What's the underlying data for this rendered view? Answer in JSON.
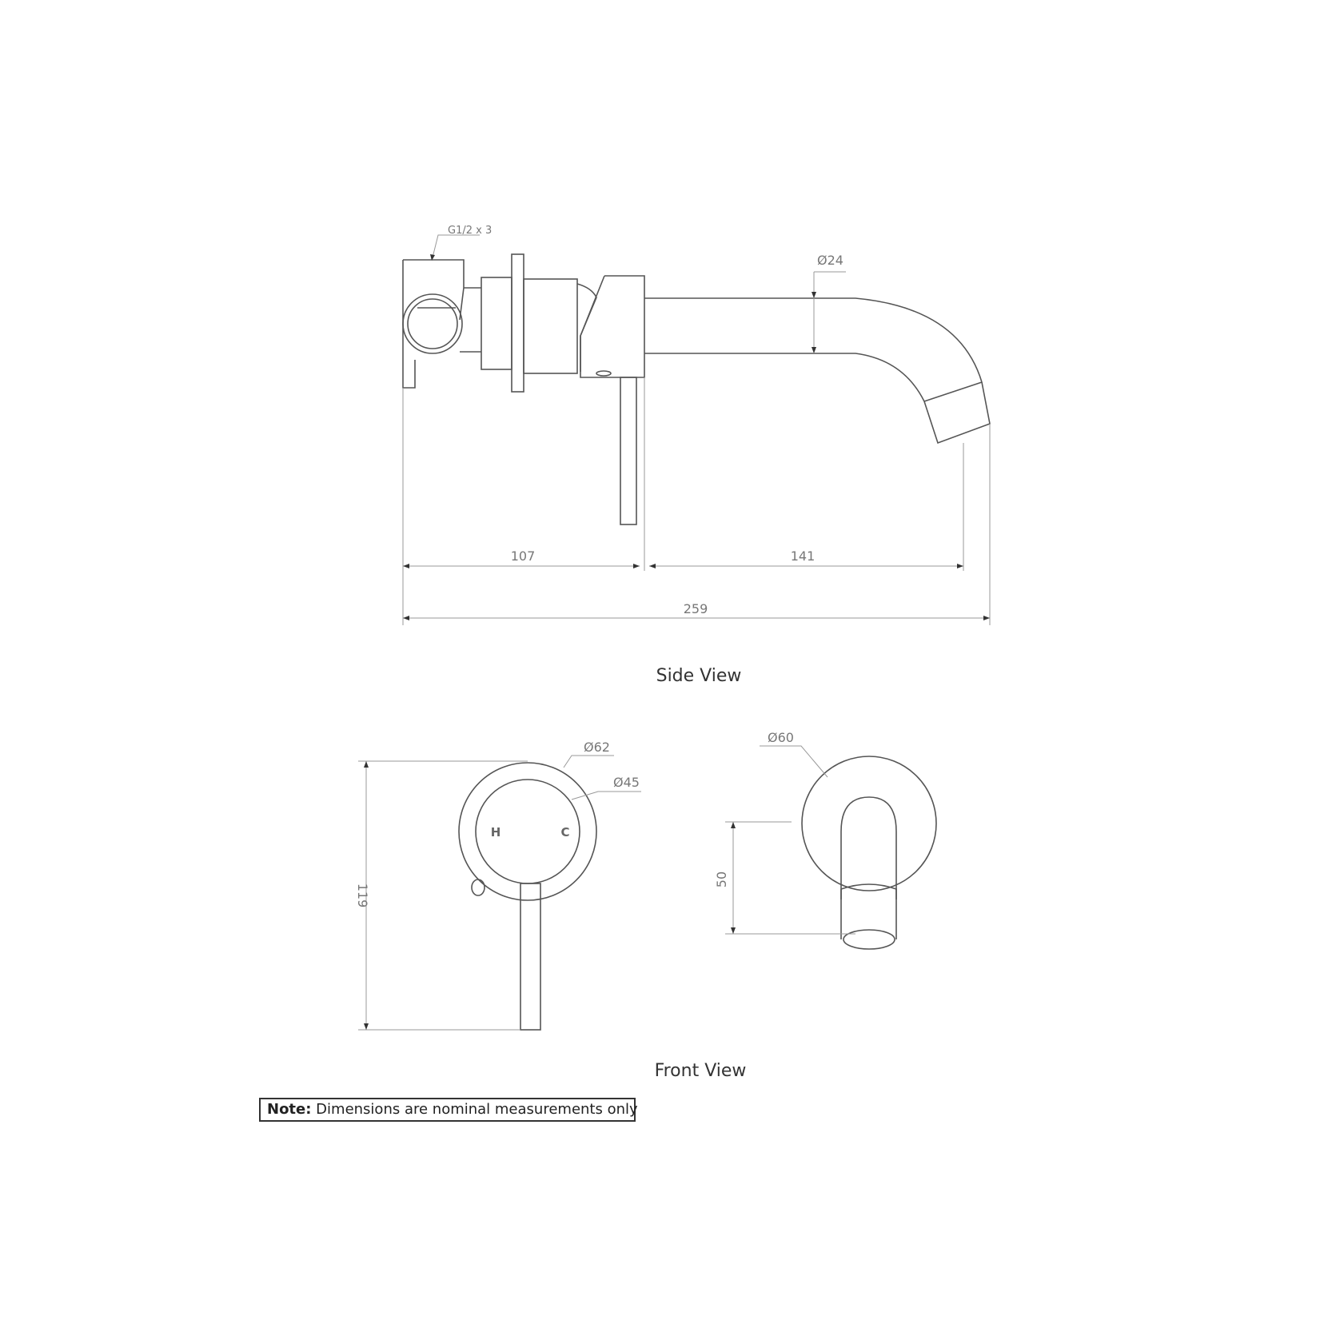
{
  "side_view": {
    "title": "Side View",
    "thread_label": "G1/2 x 3",
    "spout_diameter": "Ø24",
    "dim_body": "107",
    "dim_spout": "141",
    "dim_total": "259"
  },
  "front_view": {
    "title": "Front View",
    "mixer": {
      "plate_diameter": "Ø62",
      "handle_diameter": "Ø45",
      "hot_label": "H",
      "cold_label": "C",
      "height": "119"
    },
    "spout": {
      "plate_diameter": "Ø60",
      "height": "50"
    }
  },
  "note": {
    "prefix": "Note:",
    "text": " Dimensions are nominal measurements only"
  }
}
